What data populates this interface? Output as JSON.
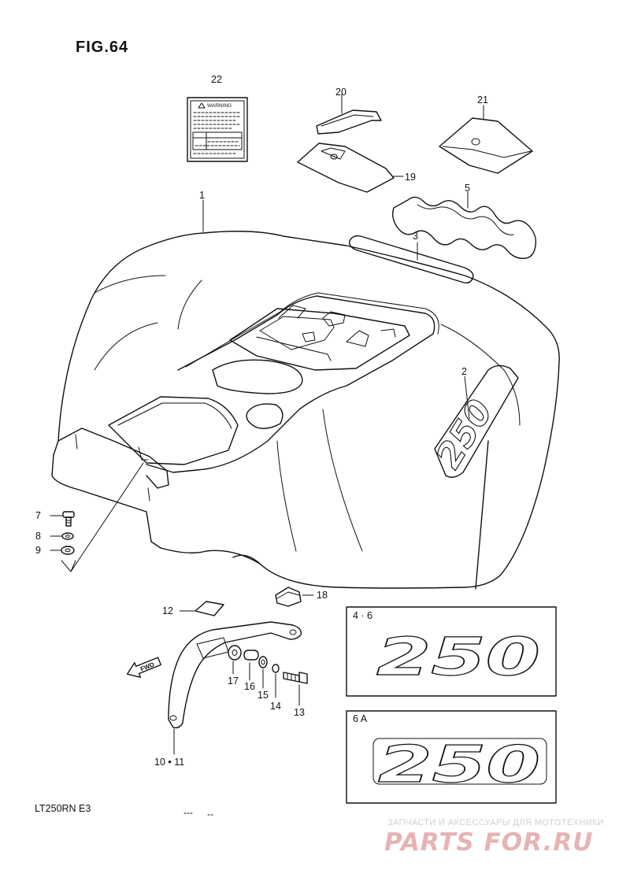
{
  "figure": {
    "title": "FIG.64",
    "model_code": "LT250RN  E3",
    "warning_label_text": "WARNING"
  },
  "callouts": [
    {
      "id": "c1",
      "label": "1"
    },
    {
      "id": "c2",
      "label": "2"
    },
    {
      "id": "c3",
      "label": "3"
    },
    {
      "id": "c5",
      "label": "5"
    },
    {
      "id": "c7",
      "label": "7"
    },
    {
      "id": "c8",
      "label": "8"
    },
    {
      "id": "c9",
      "label": "9"
    },
    {
      "id": "c10",
      "label": "10 • 11"
    },
    {
      "id": "c12",
      "label": "12"
    },
    {
      "id": "c13",
      "label": "13"
    },
    {
      "id": "c14",
      "label": "14"
    },
    {
      "id": "c15",
      "label": "15"
    },
    {
      "id": "c16",
      "label": "16"
    },
    {
      "id": "c17",
      "label": "17"
    },
    {
      "id": "c18",
      "label": "18"
    },
    {
      "id": "c19",
      "label": "19"
    },
    {
      "id": "c20",
      "label": "20"
    },
    {
      "id": "c21",
      "label": "21"
    },
    {
      "id": "c22",
      "label": "22"
    }
  ],
  "decal_boxes": [
    {
      "label": "4 · 6",
      "decal_text": "250"
    },
    {
      "label": "6 A",
      "decal_text": "250"
    }
  ],
  "fender_decal_text": "250",
  "fwd_arrow_text": "FWD",
  "watermark": {
    "tagline": "ЗАПЧАСТИ И АКСЕССУАРЫ ДЛЯ МОТОТЕХНИКИ",
    "logo": "PARTS FOR.RU"
  }
}
